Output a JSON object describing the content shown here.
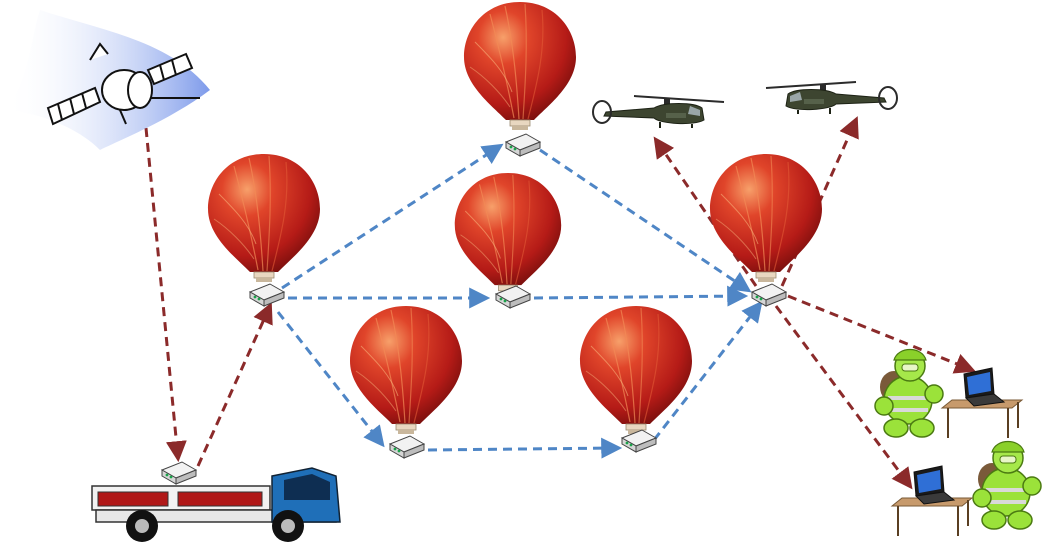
{
  "diagram": {
    "type": "relay-network-illustration",
    "nodes": [
      {
        "id": "satellite",
        "kind": "satellite",
        "icon": "satellite-icon"
      },
      {
        "id": "truck",
        "kind": "ground-vehicle",
        "icon": "truck-icon"
      },
      {
        "id": "balloon-1",
        "kind": "balloon-relay",
        "icon": "hot-air-balloon-icon"
      },
      {
        "id": "balloon-2",
        "kind": "balloon-relay",
        "icon": "hot-air-balloon-icon"
      },
      {
        "id": "balloon-3",
        "kind": "balloon-relay",
        "icon": "hot-air-balloon-icon"
      },
      {
        "id": "balloon-4",
        "kind": "balloon-relay",
        "icon": "hot-air-balloon-icon"
      },
      {
        "id": "balloon-5",
        "kind": "balloon-relay",
        "icon": "hot-air-balloon-icon"
      },
      {
        "id": "balloon-6",
        "kind": "balloon-relay",
        "icon": "hot-air-balloon-icon"
      },
      {
        "id": "helicopter-1",
        "kind": "helicopter",
        "icon": "helicopter-icon"
      },
      {
        "id": "helicopter-2",
        "kind": "helicopter",
        "icon": "helicopter-icon"
      },
      {
        "id": "firefighter-team",
        "kind": "ground-team",
        "icon": "firefighter-icon"
      },
      {
        "id": "laptop-1",
        "kind": "terminal",
        "icon": "laptop-icon"
      },
      {
        "id": "laptop-2",
        "kind": "terminal",
        "icon": "laptop-icon"
      }
    ],
    "links": [
      {
        "from": "satellite",
        "to": "truck",
        "style": "red-dashed"
      },
      {
        "from": "truck",
        "to": "balloon-1",
        "style": "red-dashed"
      },
      {
        "from": "balloon-1",
        "to": "balloon-2",
        "style": "blue-dashed"
      },
      {
        "from": "balloon-1",
        "to": "balloon-3",
        "style": "blue-dashed"
      },
      {
        "from": "balloon-1",
        "to": "balloon-4",
        "style": "blue-dashed"
      },
      {
        "from": "balloon-2",
        "to": "balloon-6",
        "style": "blue-dashed"
      },
      {
        "from": "balloon-3",
        "to": "balloon-6",
        "style": "blue-dashed"
      },
      {
        "from": "balloon-4",
        "to": "balloon-5",
        "style": "blue-dashed"
      },
      {
        "from": "balloon-5",
        "to": "balloon-6",
        "style": "blue-dashed"
      },
      {
        "from": "balloon-6",
        "to": "helicopter-1",
        "style": "red-dashed"
      },
      {
        "from": "balloon-6",
        "to": "helicopter-2",
        "style": "red-dashed"
      },
      {
        "from": "balloon-6",
        "to": "laptop-1",
        "style": "red-dashed"
      },
      {
        "from": "balloon-6",
        "to": "laptop-2",
        "style": "red-dashed"
      }
    ],
    "colors": {
      "ground_link": "#8b2a2a",
      "relay_link": "#4f86c6",
      "balloon": "#c0231d",
      "balloon_highlight": "#f06a3a",
      "satellite_wave": "#6f8fe8",
      "truck_cab": "#1f6fb8",
      "truck_bed": "#b01818",
      "firefighter": "#9be23a",
      "helicopter": "#3d4530"
    }
  }
}
